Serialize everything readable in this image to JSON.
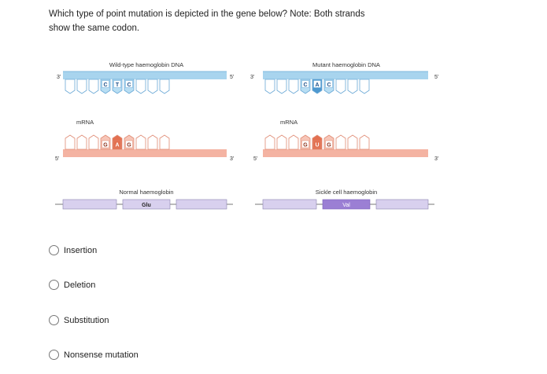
{
  "question": {
    "line1": "Which type of point mutation is depicted in the gene below? Note: Both strands",
    "line2": "show the same codon."
  },
  "figure": {
    "wild": {
      "dna_title": "Wild-type haemoglobin DNA",
      "mrna_title": "mRNA",
      "protein_title": "Normal haemoglobin",
      "dna_bases": [
        "C",
        "T",
        "C"
      ],
      "mrna_bases": [
        "G",
        "A",
        "G"
      ],
      "amino_acid": "Glu",
      "dna_left_end": "3'",
      "dna_right_end": "5'",
      "mrna_left_end": "5'",
      "mrna_right_end": "3'"
    },
    "mutant": {
      "dna_title": "Mutant haemoglobin DNA",
      "mrna_title": "mRNA",
      "protein_title": "Sickle cell haemoglobin",
      "dna_bases": [
        "C",
        "A",
        "C"
      ],
      "mrna_bases": [
        "G",
        "U",
        "G"
      ],
      "amino_acid": "Val",
      "dna_left_end": "3'",
      "dna_right_end": "5'",
      "mrna_left_end": "5'",
      "mrna_right_end": "3'"
    }
  },
  "colors": {
    "dna_strand": "#a8d4ee",
    "dna_tooth": "#a0cfea",
    "dna_highlight": "#4e98cf",
    "mrna_strand": "#f4b3a2",
    "mrna_tooth": "#f4b3a2",
    "mrna_highlight": "#e37050",
    "protein_box": "#d8d0ee",
    "glu_box": "#d8d0ee",
    "val_box": "#9b7fd4"
  },
  "options": [
    {
      "label": "Insertion"
    },
    {
      "label": "Deletion"
    },
    {
      "label": "Substitution"
    },
    {
      "label": "Nonsense mutation"
    }
  ]
}
